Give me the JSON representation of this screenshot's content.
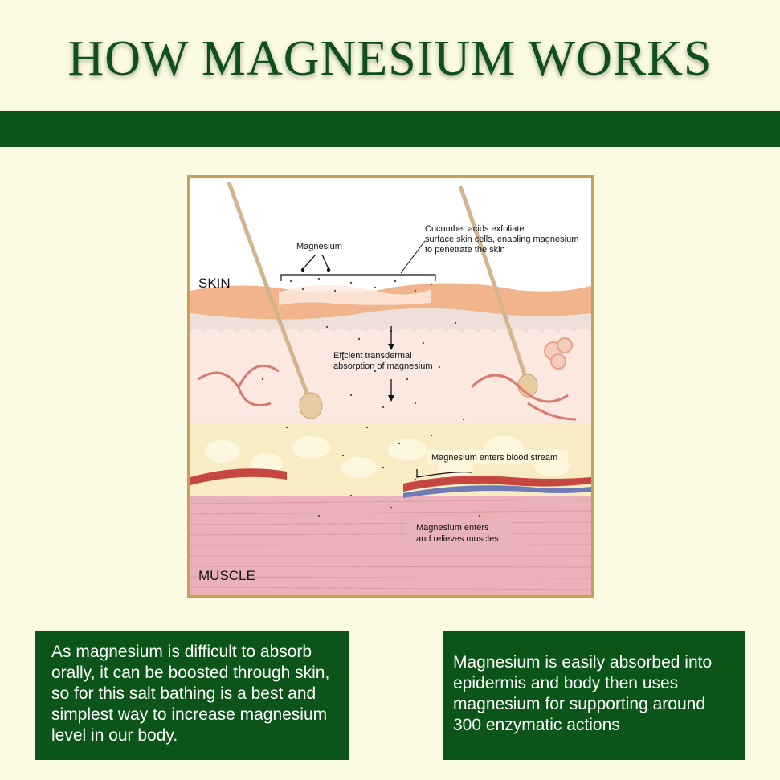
{
  "title": "HOW MAGNESIUM WORKS",
  "diagram": {
    "skin_label": "SKIN",
    "muscle_label": "MUSCLE",
    "magnesium_label": "Magnesium",
    "cucumber_label": {
      "line1": "Cucumber acids exfoliate",
      "line2": "surface skin cells, enabling magnesium",
      "line3": "to penetrate the skin"
    },
    "absorption_label": {
      "line1": "Effcient transdermal",
      "line2": "absorption of magnesium"
    },
    "blood_label": "Magnesium enters blood stream",
    "muscle_relief_label": {
      "line1": "Magnesium enters",
      "line2": "and relieves muscles"
    }
  },
  "boxes": {
    "left": "As magnesium is difficult to absorb orally, it can be boosted through skin, so for this salt bathing is a best and simplest way to increase magnesium level in our body.",
    "right": "Magnesium is easily absorbed into epidermis and body then uses magnesium for supporting around 300 enzymatic actions"
  },
  "colors": {
    "title_green": "#0f4f1c",
    "band_green": "#0c5518",
    "background": "#fbfbe3",
    "frame_gold": "#c8a058"
  }
}
